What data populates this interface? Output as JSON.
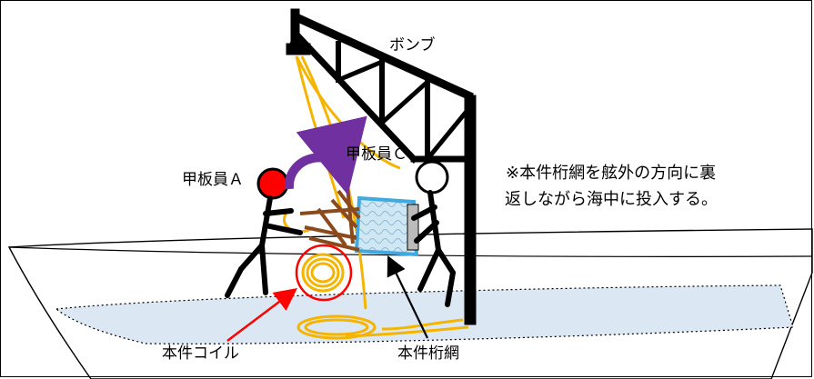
{
  "labels": {
    "boom": "ボンブ",
    "worker_a": "甲板員Ａ",
    "worker_c": "甲板員Ｃ",
    "coil": "本件コイル",
    "net": "本件桁網"
  },
  "note": {
    "line1": "※本件桁網を舷外の方向に裏",
    "line2": "返しながら海中に投入する。"
  },
  "colors": {
    "rope": "#f5b400",
    "worker_a_head": "#ff0000",
    "rotation_arrow": "#7030a0",
    "net_frame": "#3fa9e0",
    "net_fill": "#cfe6f3",
    "water": "#dbe8f3",
    "pointer_red": "#ff0000",
    "pointer_black": "#000000",
    "frame_wood": "#8b4a1c"
  }
}
